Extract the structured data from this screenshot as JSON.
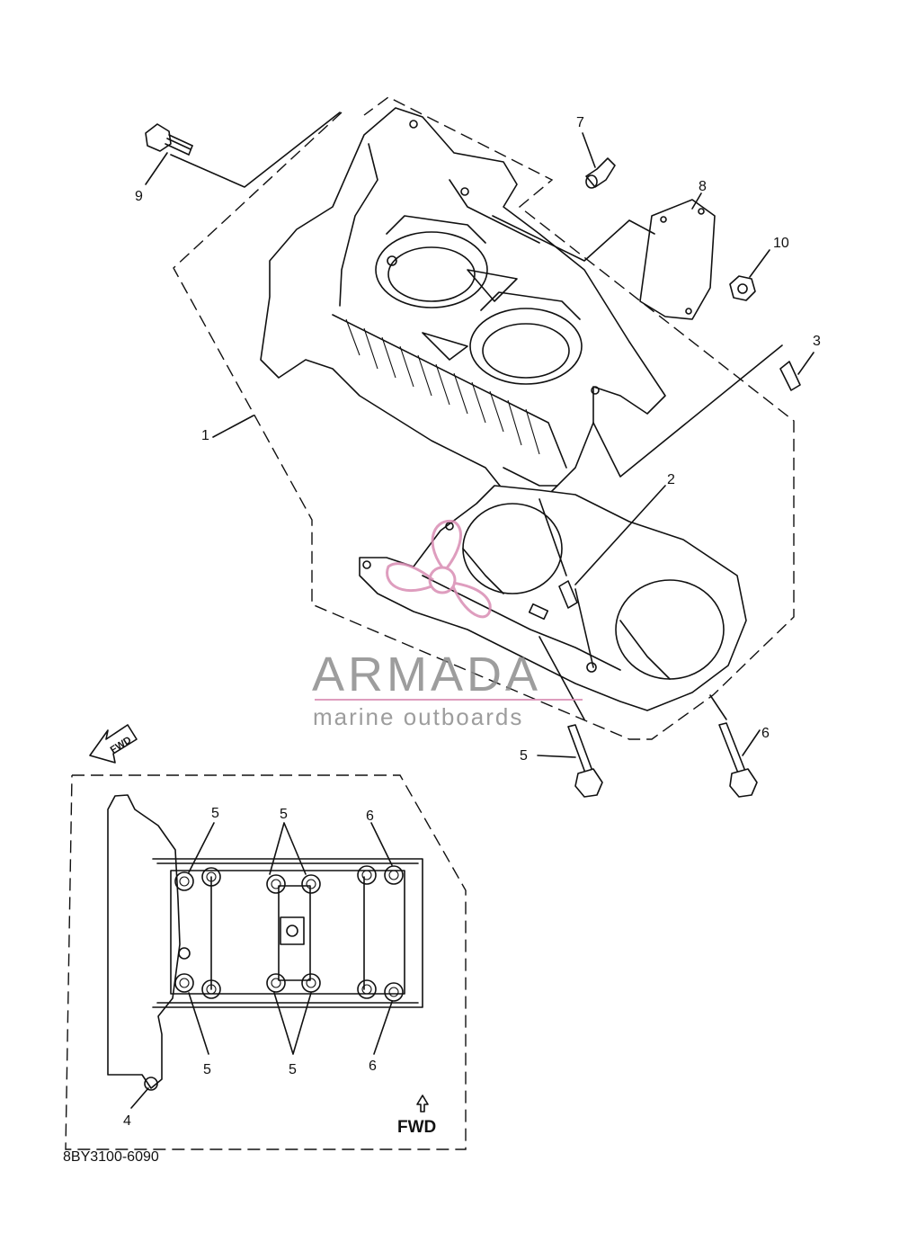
{
  "diagram": {
    "drawing_code": "8BY3100-6090",
    "fwd_label": "FWD",
    "fwd_arrow_tag": "FWD",
    "watermark": {
      "name": "ARMADA",
      "tagline": "marine outboards",
      "accent_color": "#d98cb3"
    },
    "callouts": {
      "c1": "1",
      "c2": "2",
      "c3": "3",
      "c4": "4",
      "c5_main": "5",
      "c6_main": "6",
      "c7": "7",
      "c8": "8",
      "c9": "9",
      "c10": "10",
      "c5_top_left": "5",
      "c5_top_mid": "5",
      "c6_top_right": "6",
      "c5_bot_left": "5",
      "c5_bot_mid": "5",
      "c6_bot_right": "6"
    }
  }
}
